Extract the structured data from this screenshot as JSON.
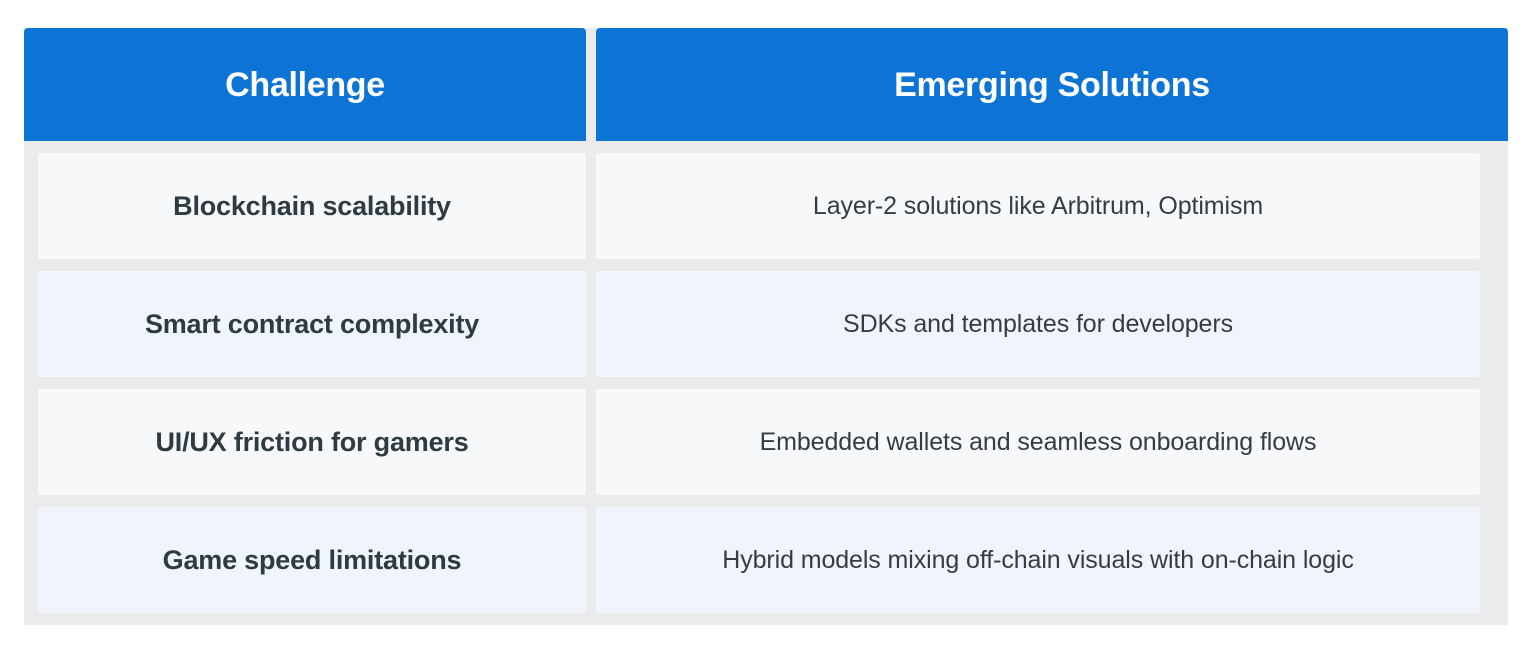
{
  "table": {
    "columns": [
      {
        "key": "challenge",
        "label": "Challenge"
      },
      {
        "key": "solution",
        "label": "Emerging Solutions"
      }
    ],
    "rows": [
      {
        "challenge": "Blockchain scalability",
        "solution": "Layer-2 solutions like Arbitrum, Optimism"
      },
      {
        "challenge": "Smart contract complexity",
        "solution": "SDKs and templates for developers"
      },
      {
        "challenge": "UI/UX friction for gamers",
        "solution": "Embedded wallets and seamless onboarding flows"
      },
      {
        "challenge": "Game speed limitations",
        "solution": "Hybrid models mixing off-chain visuals with on-chain logic"
      }
    ]
  },
  "colors": {
    "header_background": "#0d74d6",
    "header_text": "#ffffff",
    "row_odd_background": "#f7f8f9",
    "row_even_background": "#eff4fd",
    "grid_background": "#ebebeb",
    "challenge_text": "#2e3b43",
    "solution_text": "#353c44",
    "page_background": "#ffffff"
  }
}
